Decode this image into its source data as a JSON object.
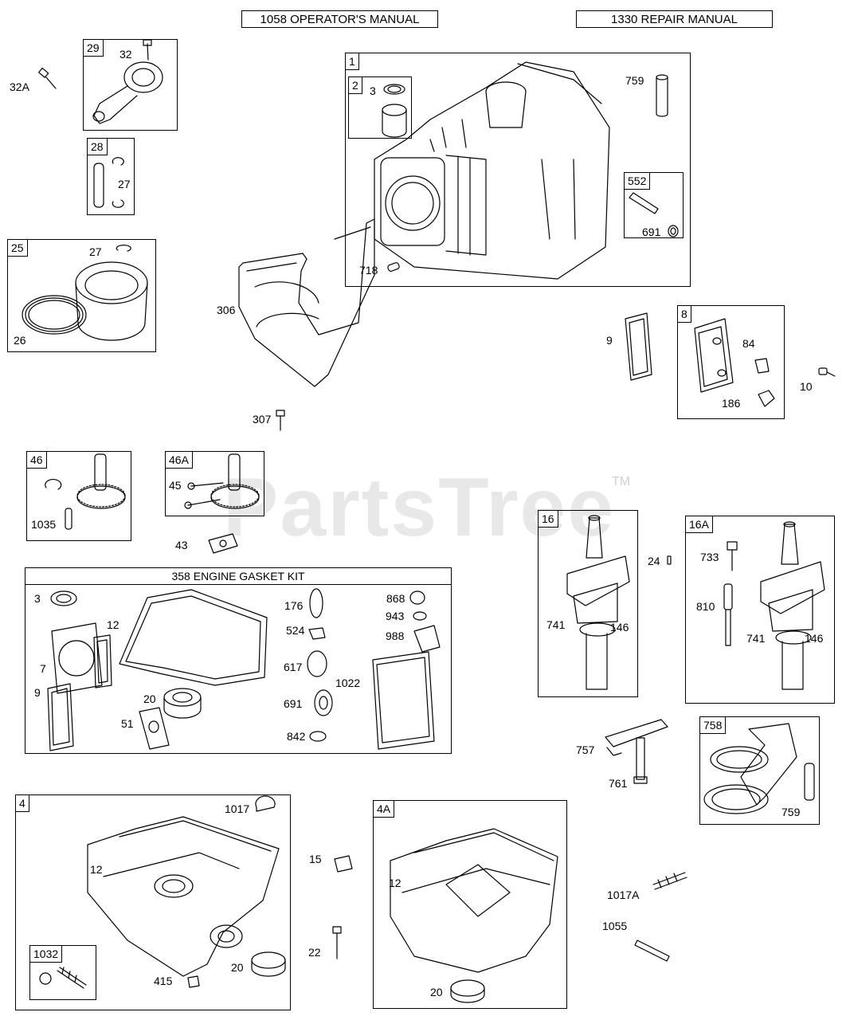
{
  "headers": {
    "operators_manual": "1058 OPERATOR'S MANUAL",
    "repair_manual": "1330 REPAIR MANUAL"
  },
  "watermark": "PartsTree",
  "watermark_tm": "TM",
  "gasket_kit_title": "358 ENGINE GASKET KIT",
  "boxes": {
    "b29": "29",
    "b28": "28",
    "b25": "25",
    "b1": "1",
    "b2": "2",
    "b552": "552",
    "b8": "8",
    "b46": "46",
    "b46a": "46A",
    "b16": "16",
    "b16a": "16A",
    "b758": "758",
    "b4": "4",
    "b4a": "4A",
    "b1032": "1032"
  },
  "labels": {
    "l32a": "32A",
    "l32": "32",
    "l27a": "27",
    "l27b": "27",
    "l26": "26",
    "l306": "306",
    "l307": "307",
    "l3a": "3",
    "l759a": "759",
    "l718": "718",
    "l691a": "691",
    "l9a": "9",
    "l84": "84",
    "l186": "186",
    "l10": "10",
    "l45": "45",
    "l1035": "1035",
    "l43": "43",
    "l24": "24",
    "l741a": "741",
    "l146a": "146",
    "l733": "733",
    "l810": "810",
    "l741b": "741",
    "l146b": "146",
    "k3": "3",
    "k12": "12",
    "k7": "7",
    "k9": "9",
    "k20": "20",
    "k51": "51",
    "k176": "176",
    "k524": "524",
    "k617": "617",
    "k691": "691",
    "k842": "842",
    "k868": "868",
    "k943": "943",
    "k988": "988",
    "k1022": "1022",
    "l757": "757",
    "l761": "761",
    "l759b": "759",
    "l1017": "1017",
    "l12a": "12",
    "l415": "415",
    "l20a": "20",
    "l15": "15",
    "l22": "22",
    "l12b": "12",
    "l20b": "20",
    "l1017a": "1017A",
    "l1055": "1055"
  },
  "colors": {
    "ink": "#000000",
    "watermark": "#969696"
  }
}
